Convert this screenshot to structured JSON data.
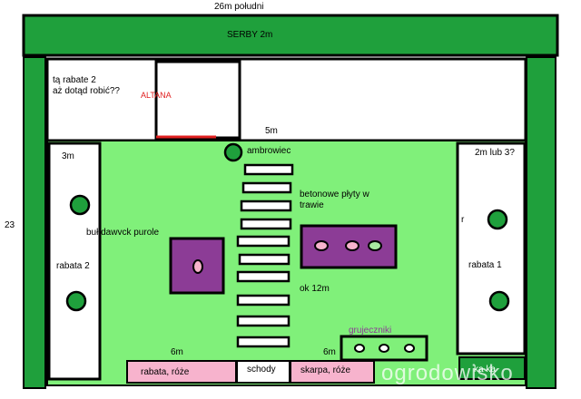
{
  "labels": {
    "top_dimension": "26m południ",
    "hedge_top": "SERBY 2m",
    "left_dimension": "23",
    "top_question_line1": "tą rabate 2",
    "top_question_line2": "aż dotąd robić??",
    "arbor": "ALTANA",
    "width_5m": "5m",
    "tree_juniper": "ambrowiec",
    "width_3m": "3m",
    "width_2m_or_3": "2m lub 3?",
    "slabs_line1": "betonowe płyty w",
    "slabs_line2": "trawie",
    "shrub_purple": "buł dawvck purole",
    "bed_left": "rabata 2",
    "bed_right": "rabata 1",
    "stray_letter": "r",
    "length_12m": "ok 12m",
    "width_6m_left": "6m",
    "width_6m_right": "6m",
    "bed_roses": "rabata, róże",
    "stairs": "schody",
    "slope_roses": "skarpa, róże",
    "garden_gnomes": "grujeczniki",
    "corner_label": "ka ka",
    "watermark": "ogrodowisko"
  },
  "colors": {
    "dark_green": "#1fa03c",
    "lawn": "#80f07a",
    "purple": "#8c3c96",
    "pink": "#f7b3cd",
    "white": "#ffffff",
    "outline": "#000000",
    "red": "#e02020"
  }
}
